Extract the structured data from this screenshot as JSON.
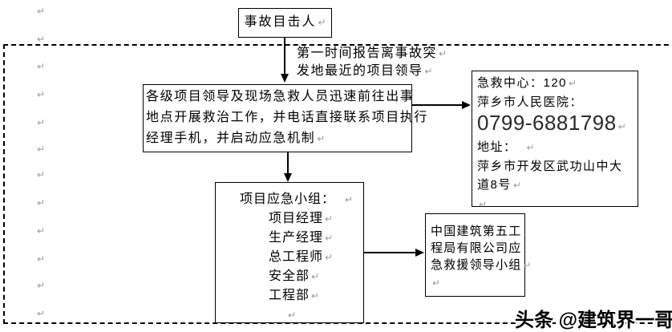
{
  "marks": {
    "return_glyph": "↵"
  },
  "colors": {
    "line": "#000000",
    "mark": "#9a9a9a",
    "phone_text": "#2b2b2b"
  },
  "watermark": {
    "text": "头条 @建筑界一哥"
  },
  "flowchart": {
    "witness_box": {
      "lines": [
        {
          "t": "事故目击人",
          "m": true
        }
      ]
    },
    "report_note": {
      "lines": [
        {
          "t": "第一时间报告离事故突",
          "m": true
        },
        {
          "t": "发地最近的项目领导",
          "m": true
        }
      ]
    },
    "response_box": {
      "lines": [
        {
          "t": "各级项目领导及现场急救人员迅速前往出事"
        },
        {
          "t": "地点开展救治工作，并电话直接联系项目执行"
        },
        {
          "t": "经理手机，并启动应急机制",
          "m": true
        }
      ]
    },
    "contacts_box": {
      "lines": [
        {
          "t": "急救中心：120",
          "m": true
        },
        {
          "t": "萍乡市人民医院："
        },
        {
          "t": "0799-6881798",
          "m": true,
          "cls": "phone"
        },
        {
          "t": "地址：",
          "m": true,
          "cls": "gap"
        },
        {
          "t": "萍乡市开发区武功山中大"
        },
        {
          "t": "道8号",
          "m": true
        },
        {
          "t": "",
          "m": true
        }
      ]
    },
    "team_box": {
      "lines": [
        {
          "t": "项目应急小组：",
          "m": true,
          "cls": "team-title gap"
        },
        {
          "t": "项目经理",
          "m": true,
          "cls": "member"
        },
        {
          "t": "生产经理",
          "m": true,
          "cls": "member"
        },
        {
          "t": "总工程师",
          "m": true,
          "cls": "member"
        },
        {
          "t": "安全部",
          "m": true,
          "cls": "member"
        },
        {
          "t": "工程部",
          "m": true,
          "cls": "member"
        },
        {
          "t": "",
          "m": true,
          "cls": "trail"
        }
      ]
    },
    "leader_box": {
      "lines": [
        {
          "t": "中国建筑第五工"
        },
        {
          "t": "程局有限公司应"
        },
        {
          "t": "急救援领导小组",
          "m": true
        },
        {
          "t": "",
          "m": true
        }
      ]
    }
  }
}
